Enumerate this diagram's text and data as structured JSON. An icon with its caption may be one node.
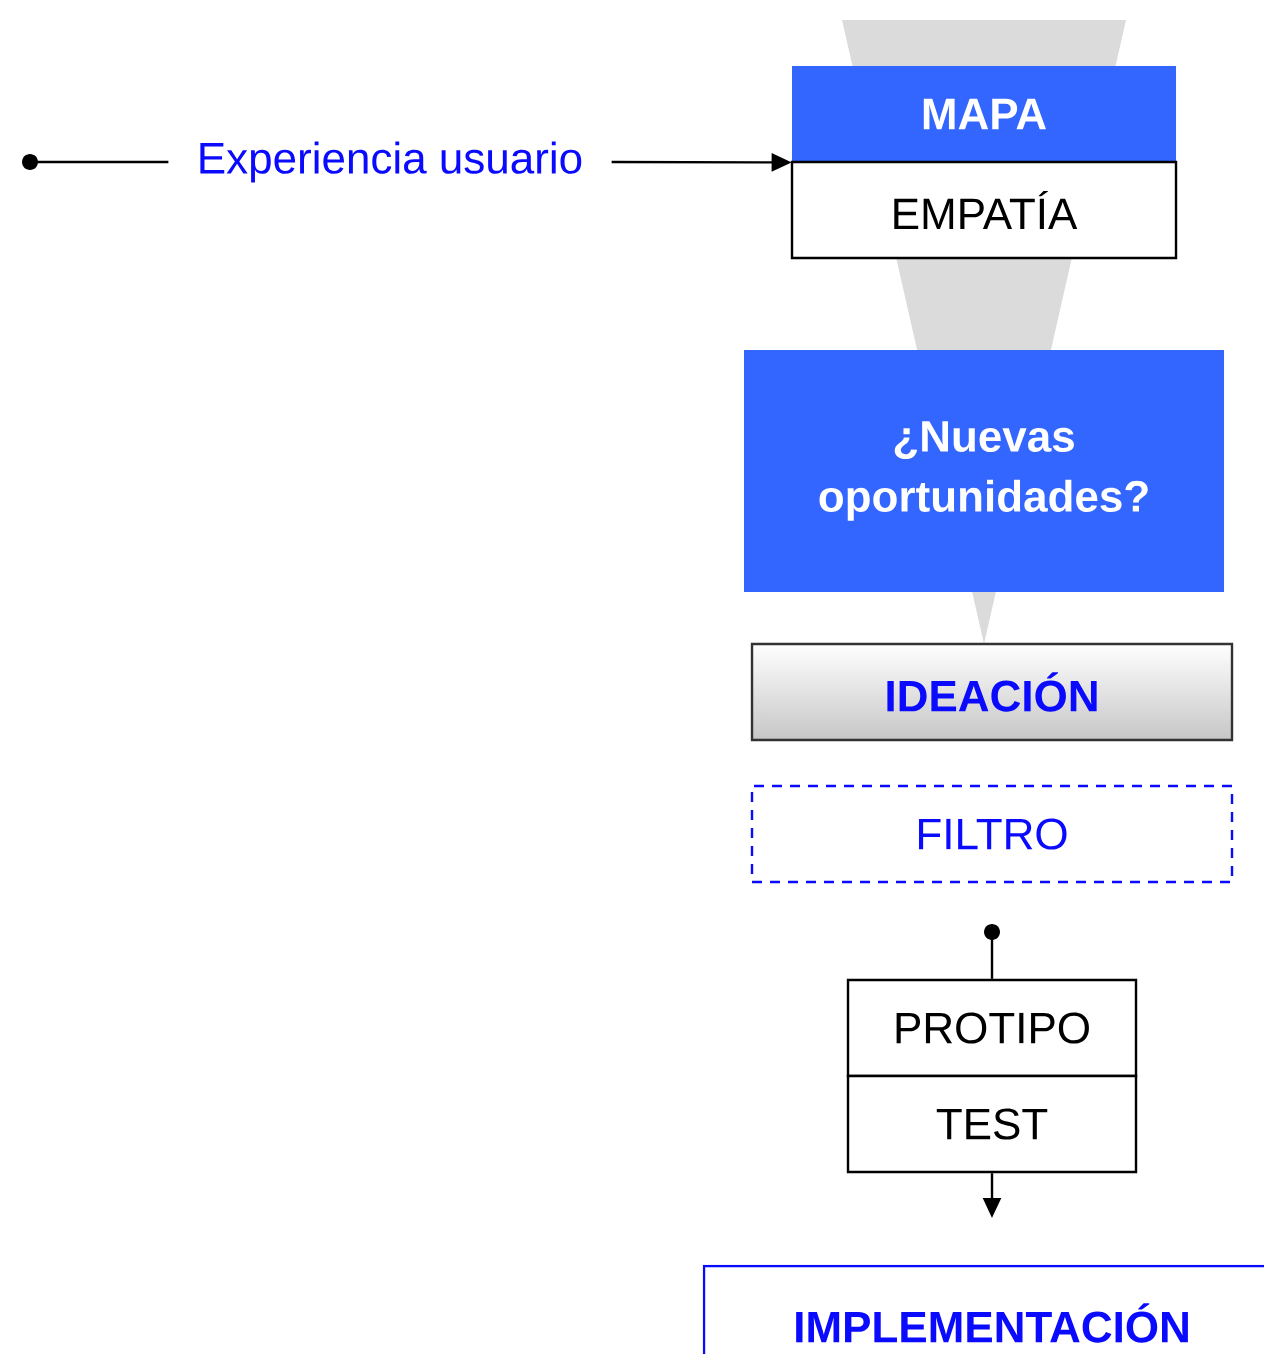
{
  "diagram": {
    "nodes": [
      {
        "text": [
          "Experiencia usuario"
        ]
      },
      {
        "text": [
          "MAPA"
        ]
      },
      {
        "text": [
          "EMPATÍA"
        ]
      },
      {
        "text": [
          "¿Nuevas oportunidades?"
        ]
      },
      {
        "text": [
          "IDEACIÓN"
        ]
      },
      {
        "text": [
          "FILTRO"
        ]
      },
      {
        "text": [
          "PROTIPO"
        ]
      },
      {
        "text": [
          "TEST"
        ]
      },
      {
        "text": [
          "IMPLEMENTACIÓN"
        ]
      }
    ],
    "edges": [
      {
        "from": null,
        "to": 0,
        "arrow": "other"
      },
      {
        "from": 0,
        "to": 1,
        "arrow": "to"
      },
      {
        "from": null,
        "to": 6,
        "arrow": "other"
      },
      {
        "from": 7,
        "to": null,
        "arrow": "to"
      }
    ]
  }
}
